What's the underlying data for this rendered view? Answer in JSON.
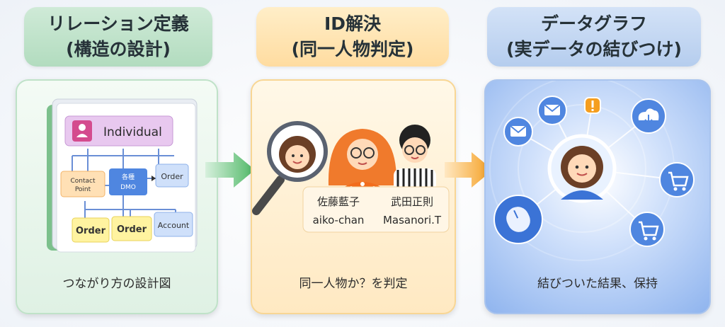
{
  "steps": [
    {
      "title": "リレーション定義",
      "subtitle": "(構造の設計)",
      "caption": "つながり方の設計図"
    },
    {
      "title": "ID解決",
      "subtitle": "(同一人物判定)",
      "caption": "同一人物か？を判定"
    },
    {
      "title": "データグラフ",
      "subtitle": "(実データの結びつけ)",
      "caption": "結びついた結果、保持"
    }
  ],
  "schema": {
    "individual": "Individual",
    "contact_line1": "Contact",
    "contact_line2": "Point",
    "dmo_line1": "各種",
    "dmo_line2": "DMO",
    "order_right": "Order",
    "order_bottom_1": "Order",
    "order_bottom_2": "Order",
    "account": "Account"
  },
  "people": [
    {
      "name": "佐藤藍子",
      "handle": "aiko-chan"
    },
    {
      "name": "武田正則",
      "handle": "Masanori.T"
    }
  ],
  "graph_icons": [
    "mail-icon",
    "mail-icon",
    "alert-icon",
    "cloud-download-icon",
    "cart-icon",
    "cart-icon",
    "mouse-icon"
  ],
  "colors": {
    "green": "#b9e0c6",
    "orange": "#ffe2a8",
    "blue": "#bcd2f2",
    "arrow_green": "#5cbf6e",
    "arrow_orange": "#f7a531"
  }
}
